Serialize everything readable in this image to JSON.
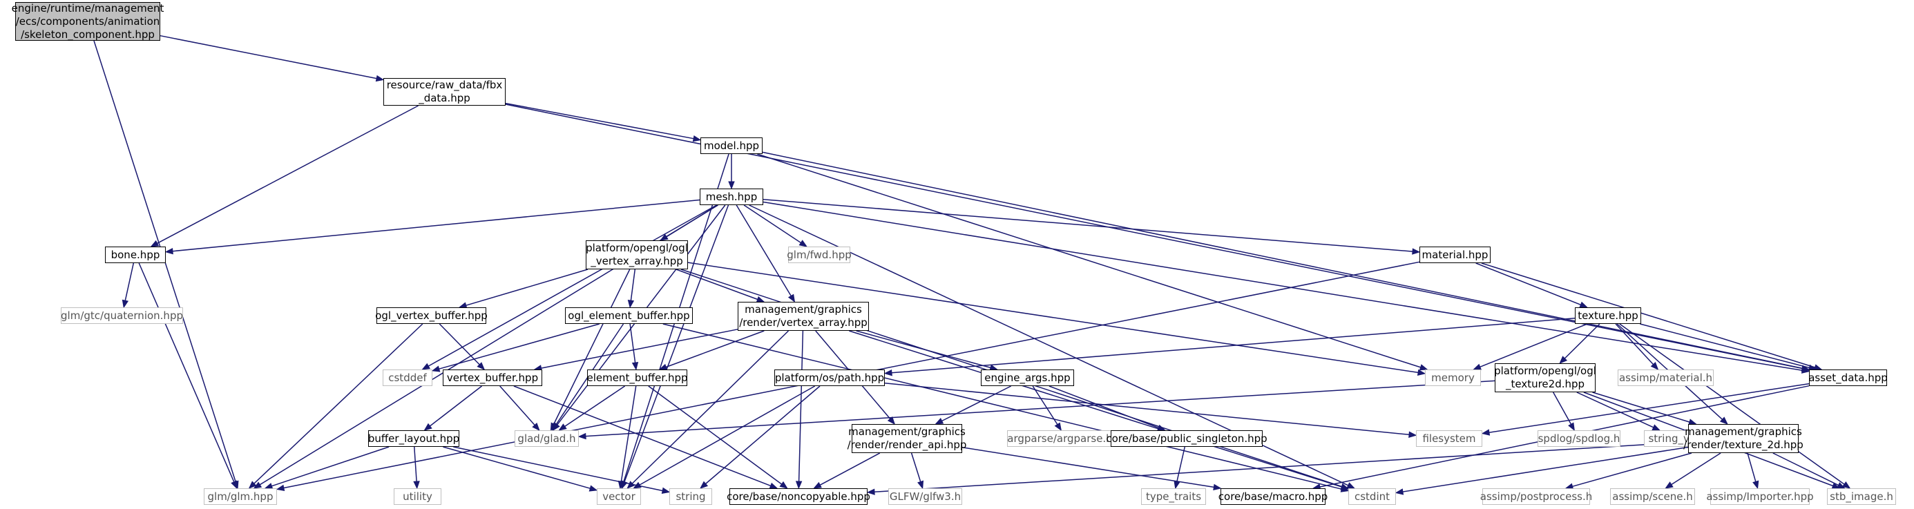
{
  "graph": {
    "edge_color": "#191970",
    "root_fill": "#bfbfbf",
    "nodes": [
      {
        "id": "skel",
        "label": "engine/runtime/management\n/ecs/components/animation\n/skeleton_component.hpp",
        "kind": "main"
      },
      {
        "id": "fbx",
        "label": "resource/raw_data/fbx\n_data.hpp",
        "kind": "local"
      },
      {
        "id": "model",
        "label": "model.hpp",
        "kind": "local"
      },
      {
        "id": "mesh",
        "label": "mesh.hpp",
        "kind": "local"
      },
      {
        "id": "bone",
        "label": "bone.hpp",
        "kind": "local"
      },
      {
        "id": "quat",
        "label": "glm/gtc/quaternion.hpp",
        "kind": "ext"
      },
      {
        "id": "glmfwd",
        "label": "glm/fwd.hpp",
        "kind": "ext"
      },
      {
        "id": "oglva",
        "label": "platform/opengl/ogl\n_vertex_array.hpp",
        "kind": "local"
      },
      {
        "id": "material",
        "label": "material.hpp",
        "kind": "local"
      },
      {
        "id": "oglvb",
        "label": "ogl_vertex_buffer.hpp",
        "kind": "local"
      },
      {
        "id": "ogleb",
        "label": "ogl_element_buffer.hpp",
        "kind": "local"
      },
      {
        "id": "mgva",
        "label": "management/graphics\n/render/vertex_array.hpp",
        "kind": "local"
      },
      {
        "id": "texture",
        "label": "texture.hpp",
        "kind": "local"
      },
      {
        "id": "cstddef",
        "label": "cstddef",
        "kind": "ext"
      },
      {
        "id": "vb",
        "label": "vertex_buffer.hpp",
        "kind": "local"
      },
      {
        "id": "eb",
        "label": "element_buffer.hpp",
        "kind": "local"
      },
      {
        "id": "path",
        "label": "platform/os/path.hpp",
        "kind": "local"
      },
      {
        "id": "eargs",
        "label": "engine_args.hpp",
        "kind": "local"
      },
      {
        "id": "memory",
        "label": "memory",
        "kind": "ext"
      },
      {
        "id": "ogltex",
        "label": "platform/opengl/ogl\n_texture2d.hpp",
        "kind": "local"
      },
      {
        "id": "assimpmat",
        "label": "assimp/material.h",
        "kind": "ext"
      },
      {
        "id": "asset",
        "label": "asset_data.hpp",
        "kind": "local"
      },
      {
        "id": "buflayout",
        "label": "buffer_layout.hpp",
        "kind": "local"
      },
      {
        "id": "glad",
        "label": "glad/glad.h",
        "kind": "ext"
      },
      {
        "id": "mgapi",
        "label": "management/graphics\n/render/render_api.hpp",
        "kind": "local"
      },
      {
        "id": "argparse",
        "label": "argparse/argparse.hpp",
        "kind": "ext"
      },
      {
        "id": "pubsingle",
        "label": "core/base/public_singleton.hpp",
        "kind": "local"
      },
      {
        "id": "filesystem",
        "label": "filesystem",
        "kind": "ext"
      },
      {
        "id": "spdlog",
        "label": "spdlog/spdlog.h",
        "kind": "ext"
      },
      {
        "id": "stringview",
        "label": "string_view",
        "kind": "ext"
      },
      {
        "id": "mgtex",
        "label": "management/graphics\n/render/texture_2d.hpp",
        "kind": "local"
      },
      {
        "id": "glm",
        "label": "glm/glm.hpp",
        "kind": "ext"
      },
      {
        "id": "utility",
        "label": "utility",
        "kind": "ext"
      },
      {
        "id": "vector",
        "label": "vector",
        "kind": "ext"
      },
      {
        "id": "string",
        "label": "string",
        "kind": "ext"
      },
      {
        "id": "noncopy",
        "label": "core/base/noncopyable.hpp",
        "kind": "local"
      },
      {
        "id": "glfw",
        "label": "GLFW/glfw3.h",
        "kind": "ext"
      },
      {
        "id": "typetraits",
        "label": "type_traits",
        "kind": "ext"
      },
      {
        "id": "macro",
        "label": "core/base/macro.hpp",
        "kind": "local"
      },
      {
        "id": "cstdint",
        "label": "cstdint",
        "kind": "ext"
      },
      {
        "id": "postproc",
        "label": "assimp/postprocess.h",
        "kind": "ext"
      },
      {
        "id": "scene",
        "label": "assimp/scene.h",
        "kind": "ext"
      },
      {
        "id": "importer",
        "label": "assimp/Importer.hpp",
        "kind": "ext"
      },
      {
        "id": "stbimage",
        "label": "stb_image.h",
        "kind": "ext"
      }
    ],
    "edges": [
      [
        "skel",
        "fbx"
      ],
      [
        "skel",
        "glm"
      ],
      [
        "fbx",
        "model"
      ],
      [
        "fbx",
        "bone"
      ],
      [
        "fbx",
        "asset"
      ],
      [
        "model",
        "mesh"
      ],
      [
        "model",
        "asset"
      ],
      [
        "model",
        "memory"
      ],
      [
        "model",
        "vector"
      ],
      [
        "mesh",
        "bone"
      ],
      [
        "mesh",
        "glmfwd"
      ],
      [
        "mesh",
        "oglva"
      ],
      [
        "mesh",
        "material"
      ],
      [
        "mesh",
        "mgva"
      ],
      [
        "mesh",
        "cstddef"
      ],
      [
        "mesh",
        "asset"
      ],
      [
        "mesh",
        "glm"
      ],
      [
        "mesh",
        "vector"
      ],
      [
        "mesh",
        "cstdint"
      ],
      [
        "mesh",
        "glad"
      ],
      [
        "bone",
        "quat"
      ],
      [
        "bone",
        "glm"
      ],
      [
        "oglva",
        "oglvb"
      ],
      [
        "oglva",
        "ogleb"
      ],
      [
        "oglva",
        "mgva"
      ],
      [
        "oglva",
        "memory"
      ],
      [
        "oglva",
        "cstdint"
      ],
      [
        "oglva",
        "glad"
      ],
      [
        "material",
        "texture"
      ],
      [
        "material",
        "asset"
      ],
      [
        "material",
        "glm"
      ],
      [
        "oglvb",
        "vb"
      ],
      [
        "oglvb",
        "glm"
      ],
      [
        "ogleb",
        "eb"
      ],
      [
        "ogleb",
        "cstddef"
      ],
      [
        "ogleb",
        "glad"
      ],
      [
        "ogleb",
        "cstdint"
      ],
      [
        "mgva",
        "vb"
      ],
      [
        "mgva",
        "eb"
      ],
      [
        "mgva",
        "eargs"
      ],
      [
        "mgva",
        "mgapi"
      ],
      [
        "mgva",
        "vector"
      ],
      [
        "mgva",
        "noncopy"
      ],
      [
        "mgva",
        "cstdint"
      ],
      [
        "texture",
        "path"
      ],
      [
        "texture",
        "memory"
      ],
      [
        "texture",
        "ogltex"
      ],
      [
        "texture",
        "assimpmat"
      ],
      [
        "texture",
        "asset"
      ],
      [
        "texture",
        "mgtex"
      ],
      [
        "texture",
        "stbimage"
      ],
      [
        "vb",
        "buflayout"
      ],
      [
        "vb",
        "glad"
      ],
      [
        "vb",
        "noncopy"
      ],
      [
        "eb",
        "glad"
      ],
      [
        "eb",
        "vector"
      ],
      [
        "eb",
        "noncopy"
      ],
      [
        "path",
        "filesystem"
      ],
      [
        "path",
        "string"
      ],
      [
        "path",
        "vector"
      ],
      [
        "eargs",
        "argparse"
      ],
      [
        "eargs",
        "pubsingle"
      ],
      [
        "eargs",
        "mgapi"
      ],
      [
        "ogltex",
        "glad"
      ],
      [
        "ogltex",
        "spdlog"
      ],
      [
        "ogltex",
        "stringview"
      ],
      [
        "ogltex",
        "mgtex"
      ],
      [
        "ogltex",
        "stbimage"
      ],
      [
        "asset",
        "filesystem"
      ],
      [
        "asset",
        "macro"
      ],
      [
        "buflayout",
        "glm"
      ],
      [
        "buflayout",
        "utility"
      ],
      [
        "buflayout",
        "vector"
      ],
      [
        "buflayout",
        "string"
      ],
      [
        "mgapi",
        "glfw"
      ],
      [
        "mgapi",
        "noncopy"
      ],
      [
        "mgapi",
        "macro"
      ],
      [
        "pubsingle",
        "typetraits"
      ],
      [
        "mgtex",
        "noncopy"
      ],
      [
        "mgtex",
        "cstdint"
      ],
      [
        "mgtex",
        "postproc"
      ],
      [
        "mgtex",
        "scene"
      ],
      [
        "mgtex",
        "importer"
      ],
      [
        "mgtex",
        "stbimage"
      ]
    ]
  }
}
